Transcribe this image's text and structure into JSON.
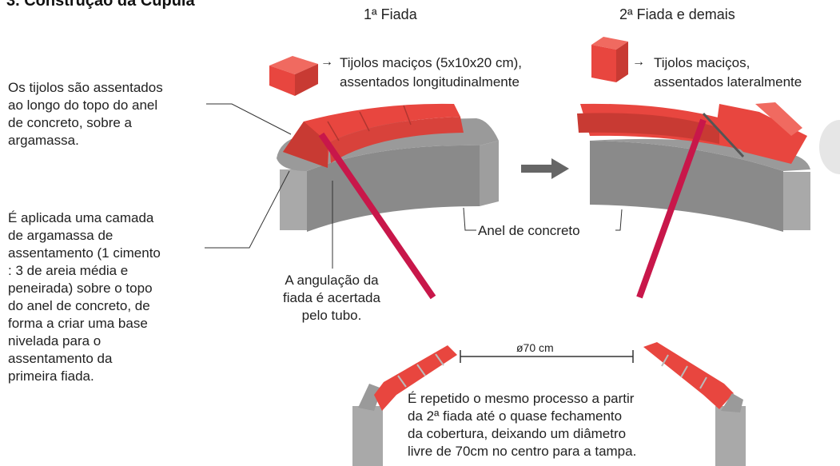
{
  "title": "3. Construção da Cúpula",
  "col1_heading": "1ª Fiada",
  "col2_heading": "2ª Fiada e demais",
  "brick1_label_l1": "Tijolos maciços (5x10x20 cm),",
  "brick1_label_l2": "assentados longitudinalmente",
  "brick2_label_l1": "Tijolos maciços,",
  "brick2_label_l2": "assentados lateralmente",
  "note_bricks": "Os tijolos são assentados\nao longo do topo do anel\nde concreto, sobre a\nargamassa.",
  "note_mortar": "É aplicada uma camada\nde argamassa de\nassentamento (1 cimento\n: 3 de areia média e\npeneirada) sobre o topo\ndo anel de concreto, de\nforma a criar uma base\nnivelada para o\nassentamento da\nprimeira fiada.",
  "note_angle": "A angulação da\nfiada é acertada\npelo tubo.",
  "ring_label": "Anel de concreto",
  "diameter_label": "ø70 cm",
  "note_repeat": "É repetido o mesmo processo a partir\nda 2ª fiada até o quase fechamento\nda cobertura, deixando um diâmetro\nlivre de 70cm no centro para a tampa.",
  "colors": {
    "brick": "#e8463f",
    "brick_dark": "#c83a33",
    "concrete": "#8f8f8f",
    "concrete_light": "#b8b8b8",
    "pipe": "#c8174a",
    "mortar": "#9a9a9a"
  }
}
